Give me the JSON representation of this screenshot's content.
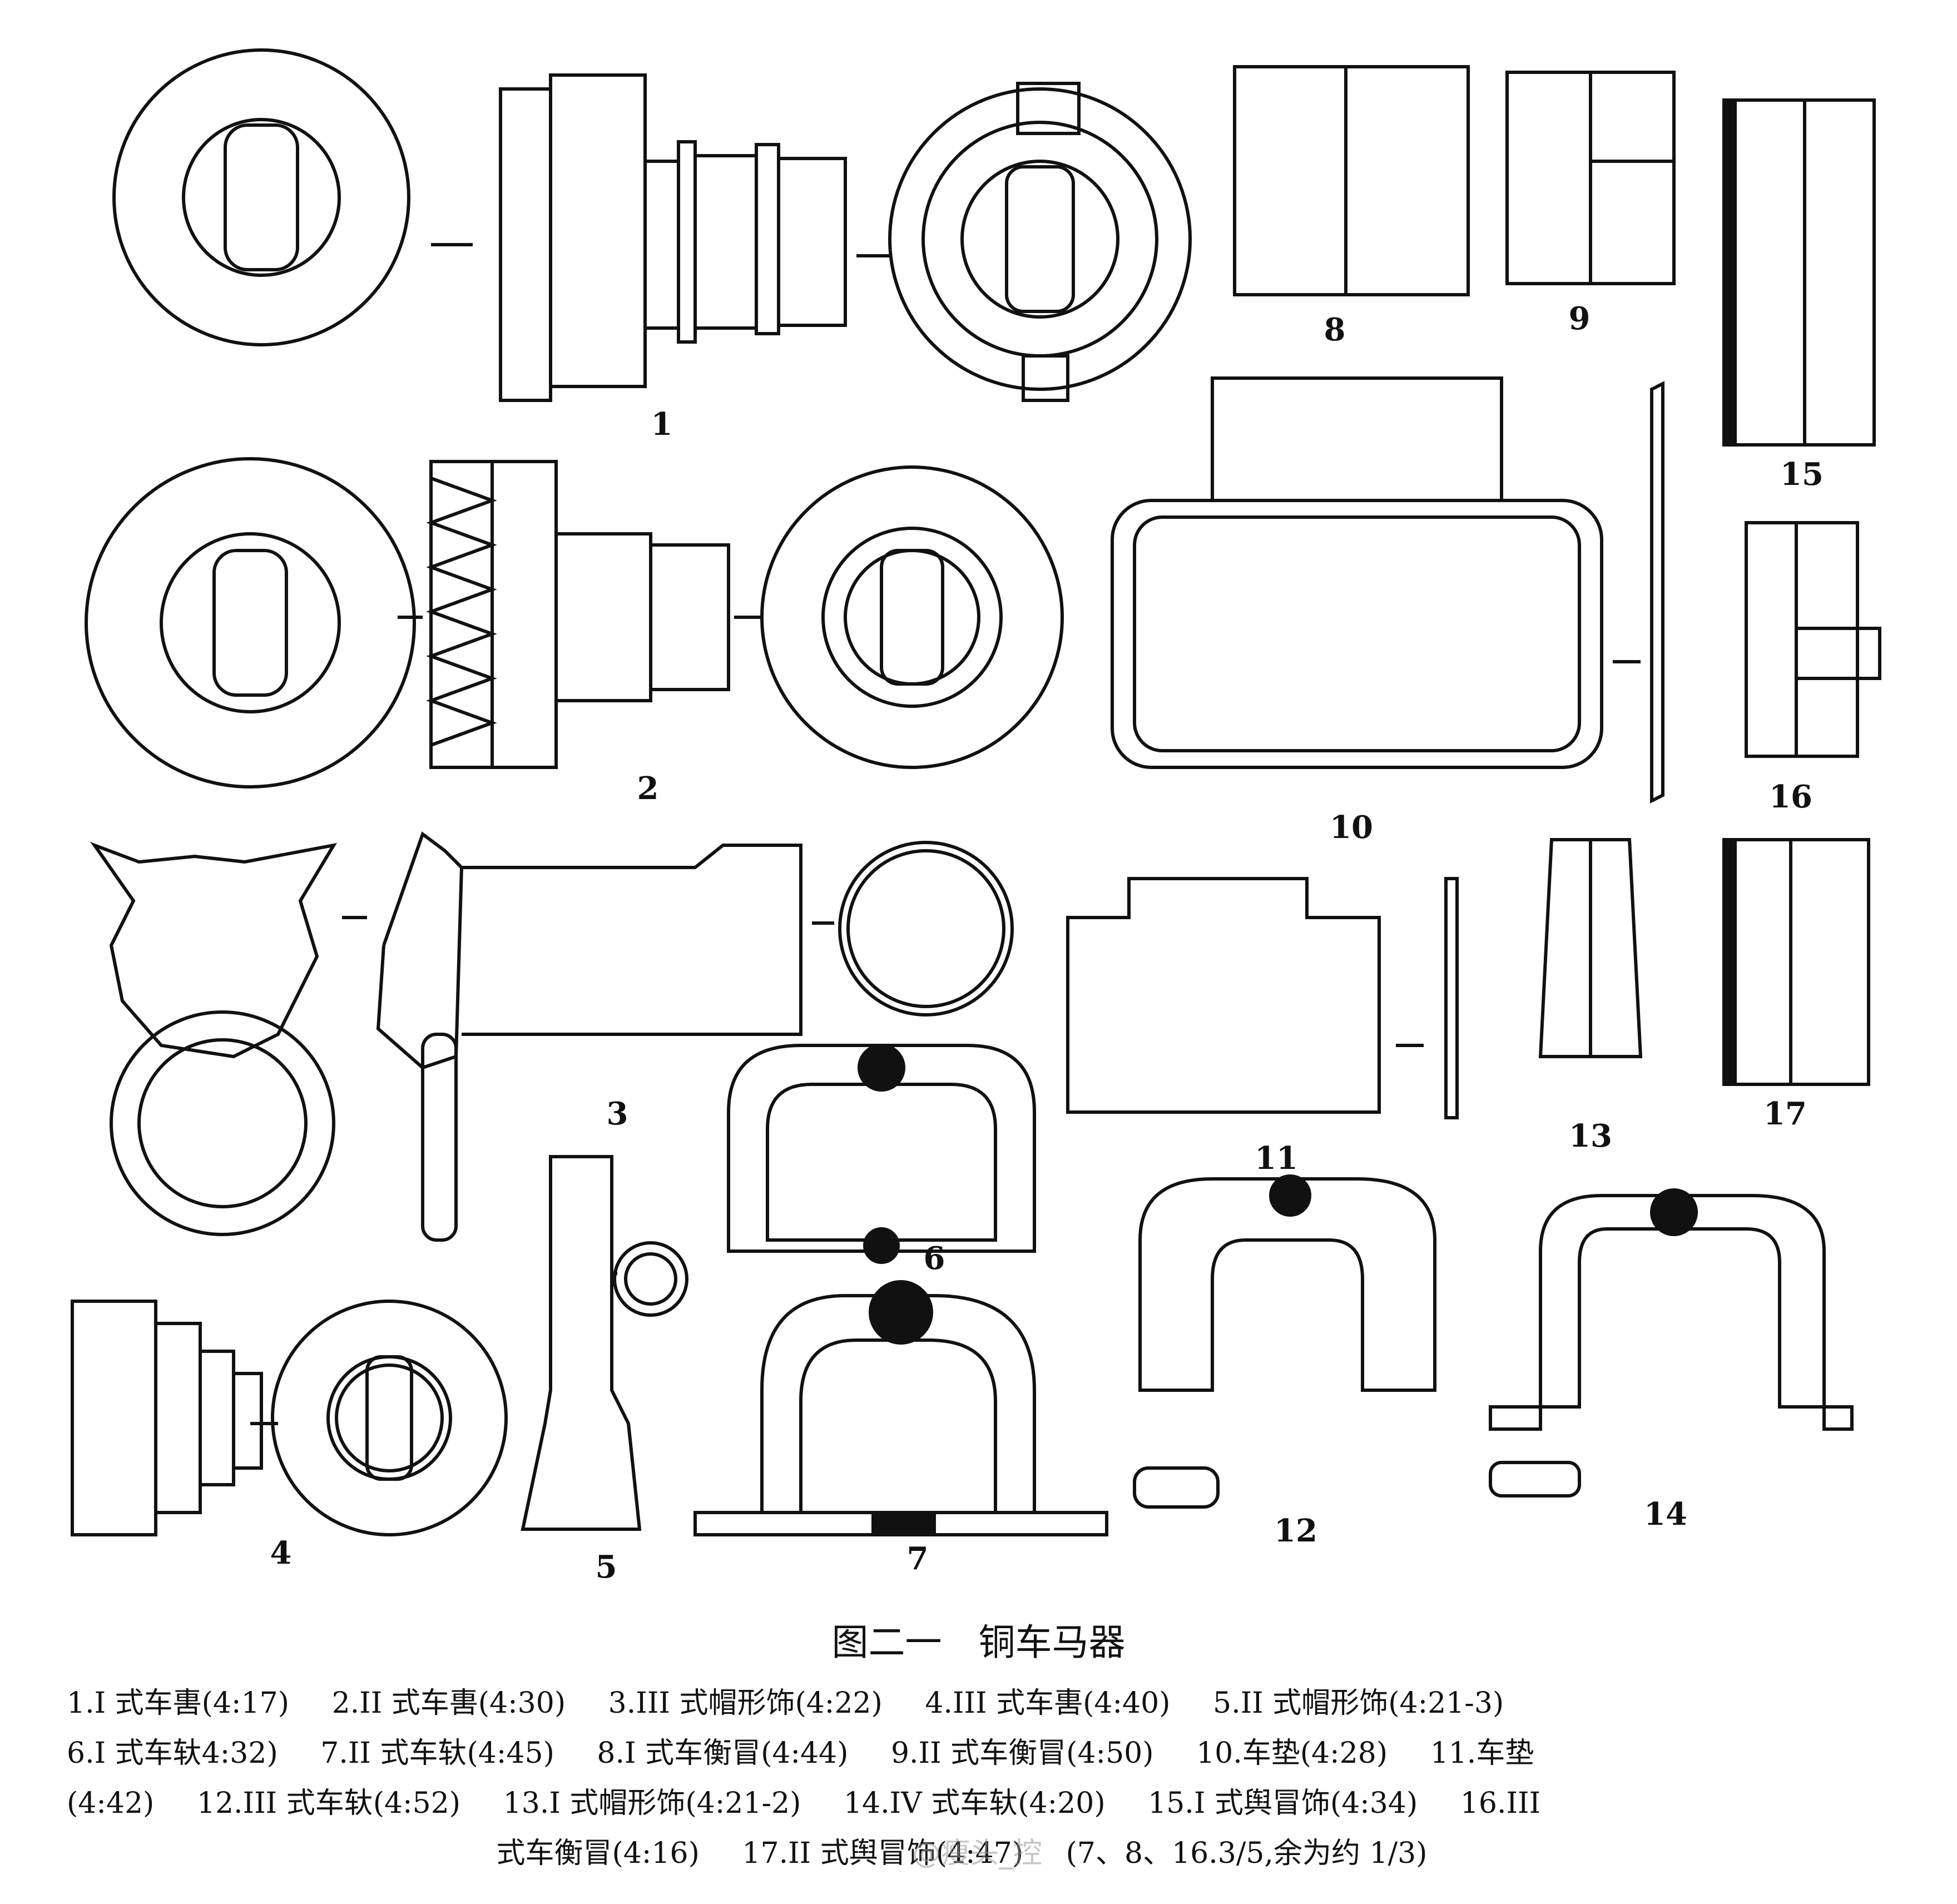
{
  "figure": {
    "title": "图二一　铜车马器",
    "labels": [
      "1",
      "2",
      "3",
      "4",
      "5",
      "6",
      "7",
      "8",
      "9",
      "10",
      "11",
      "12",
      "13",
      "14",
      "15",
      "16",
      "17"
    ],
    "caption_lines": [
      [
        "1.I 式车軎(4:17)",
        "2.II 式车軎(4:30)",
        "3.III 式帽形饰(4:22)",
        "4.III 式车軎(4:40)",
        "5.II 式帽形饰(4:21-3)"
      ],
      [
        "6.I 式车轪4:32)",
        "7.II 式车轪(4:45)",
        "8.I 式车衡冒(4:44)",
        "9.II 式车衡冒(4:50)",
        "10.车垫(4:28)",
        "11.车垫"
      ],
      [
        "(4:42)",
        "12.III 式车轪(4:52)",
        "13.I 式帽形饰(4:21-2)",
        "14.IV 式车轪(4:20)",
        "15.I 式舆冒饰(4:34)",
        "16.III"
      ],
      [
        "式车衡冒(4:16)",
        "17.II 式舆冒饰(4:47)",
        "(7、8、16.3/5,余为约 1/3)"
      ]
    ],
    "watermark": "@瘦头_控"
  },
  "colors": {
    "ink": "#111111",
    "paper": "#ffffff"
  }
}
